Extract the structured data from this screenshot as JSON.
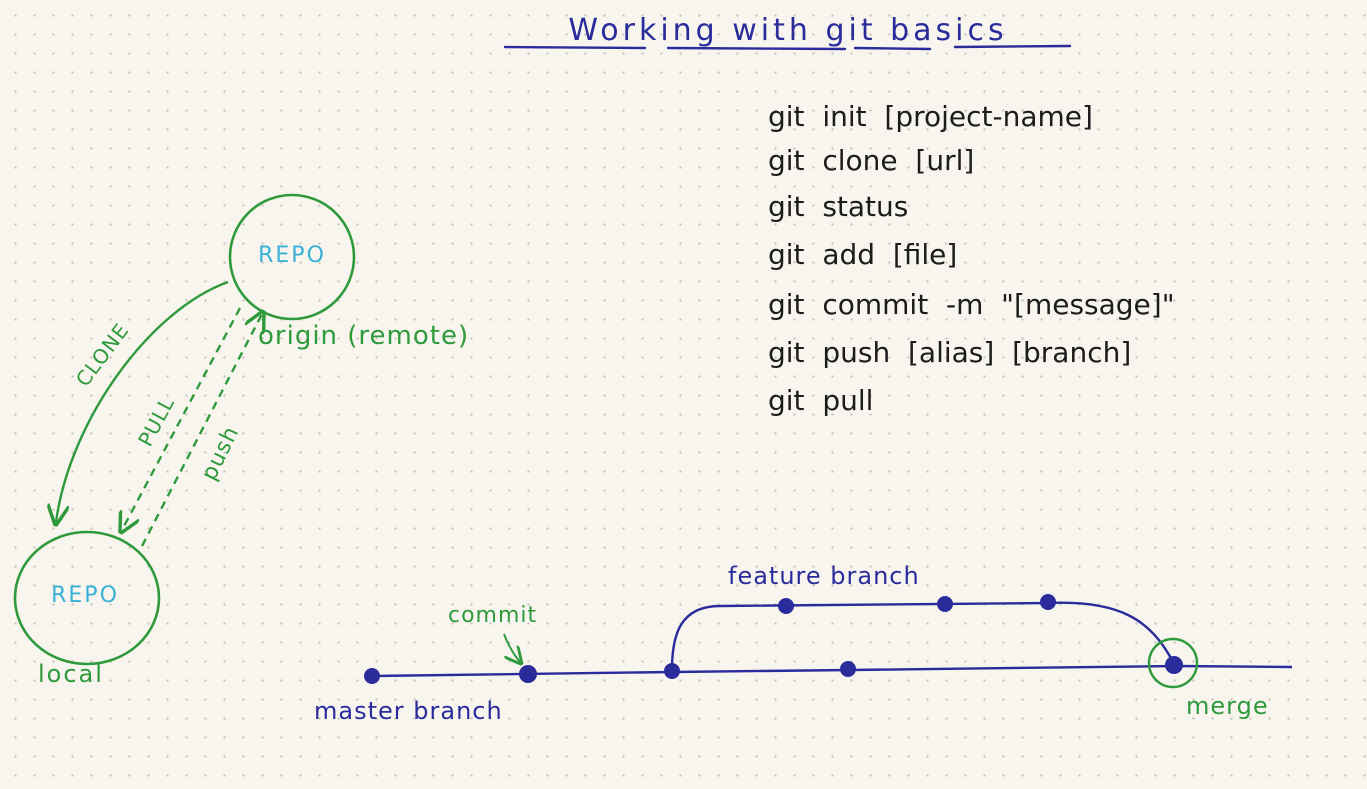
{
  "title": "Working with git basics",
  "commands": [
    "git  init  [project-name]",
    "git  clone  [url]",
    "git  status",
    "git  add  [file]",
    "git  commit  -m  \"[message]\"",
    "git  push  [alias]  [branch]",
    "git  pull"
  ],
  "repo_diagram": {
    "remote_repo_label": "REPO",
    "local_repo_label": "REPO",
    "remote_caption": "origin (remote)",
    "local_caption": "local",
    "clone_label": "CLONE",
    "pull_label": "PULL",
    "push_label": "push"
  },
  "branch_diagram": {
    "feature_label": "feature branch",
    "commit_label": "commit",
    "master_label": "master branch",
    "merge_label": "merge"
  },
  "colors": {
    "title_ink": "#2a2c9c",
    "command_ink": "#1c1c1c",
    "repo_ink": "#2f9a3c",
    "repo_label_ink": "#3ab0d6",
    "branch_ink": "#2a2c9c",
    "paper": "#f7f5ee"
  }
}
